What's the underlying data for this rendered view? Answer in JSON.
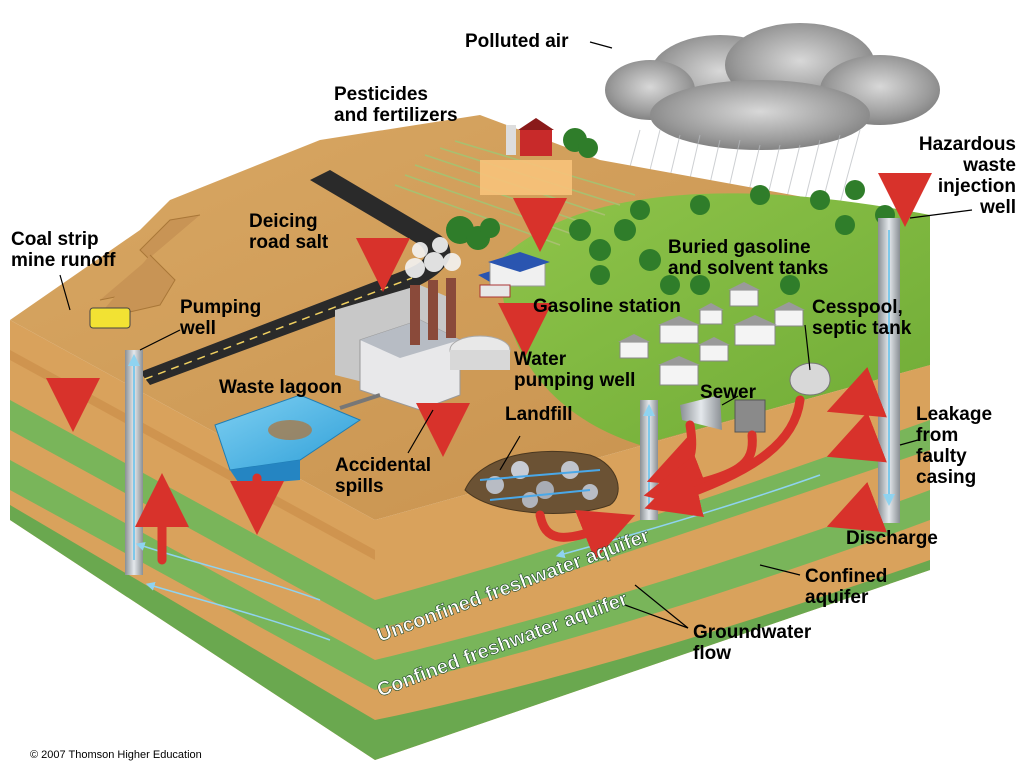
{
  "labels": {
    "polluted_air": "Polluted air",
    "pesticides": [
      "Pesticides",
      "and fertilizers"
    ],
    "hazardous": [
      "Hazardous",
      "waste",
      "injection",
      "well"
    ],
    "coal": [
      "Coal strip",
      "mine runoff"
    ],
    "deicing": [
      "Deicing",
      "road salt"
    ],
    "buried": [
      "Buried gasoline",
      "and solvent tanks"
    ],
    "pumping_well": [
      "Pumping",
      "well"
    ],
    "gasoline_station": "Gasoline station",
    "cesspool": [
      "Cesspool,",
      "septic tank"
    ],
    "water_pumping": [
      "Water",
      "pumping well"
    ],
    "waste_lagoon": "Waste lagoon",
    "sewer": "Sewer",
    "landfill": "Landfill",
    "leakage": [
      "Leakage",
      "from",
      "faulty",
      "casing"
    ],
    "accidental": [
      "Accidental",
      "spills"
    ],
    "discharge": "Discharge",
    "confined_aquifer": [
      "Confined",
      "aquifer"
    ],
    "groundwater": [
      "Groundwater",
      "flow"
    ],
    "unconfined_fresh": "Unconfined freshwater aquifer",
    "confined_fresh": "Confined freshwater aquifer"
  },
  "credit": "© 2007 Thomson Higher Education"
}
